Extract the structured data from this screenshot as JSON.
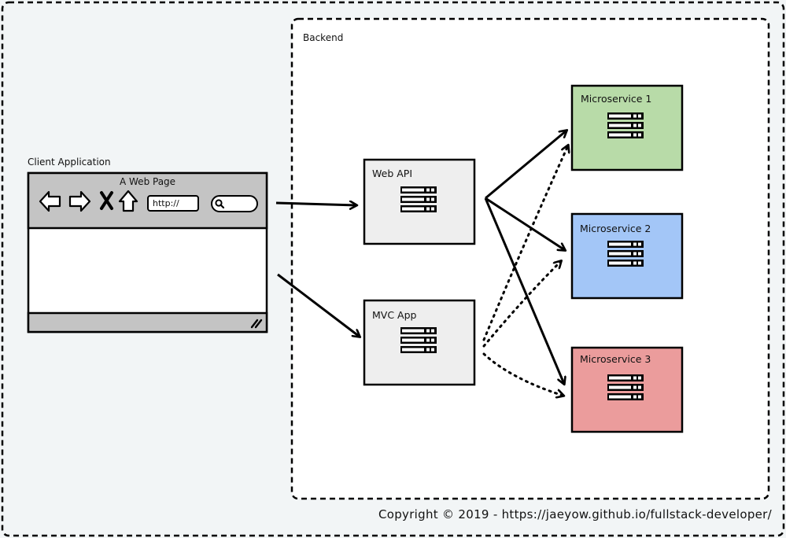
{
  "client": {
    "group_label": "Client Application",
    "browser": {
      "title": "A Web Page",
      "url_placeholder": "http://",
      "icons": [
        "back-arrow-icon",
        "forward-arrow-icon",
        "close-icon",
        "home-icon",
        "search-icon",
        "resize-grip-icon"
      ]
    }
  },
  "backend": {
    "group_label": "Backend",
    "nodes": [
      {
        "id": "web-api",
        "label": "Web API",
        "color": "#eeeeee",
        "icon": "server-icon"
      },
      {
        "id": "mvc-app",
        "label": "MVC App",
        "color": "#eeeeee",
        "icon": "server-icon"
      },
      {
        "id": "ms1",
        "label": "Microservice 1",
        "color": "#b8dba8",
        "icon": "server-icon"
      },
      {
        "id": "ms2",
        "label": "Microservice 2",
        "color": "#a3c6f7",
        "icon": "server-icon"
      },
      {
        "id": "ms3",
        "label": "Microservice 3",
        "color": "#eb9c9c",
        "icon": "server-icon"
      }
    ]
  },
  "connections": [
    {
      "from": "browser",
      "to": "web-api",
      "style": "solid"
    },
    {
      "from": "browser",
      "to": "mvc-app",
      "style": "solid"
    },
    {
      "from": "web-api",
      "to": "ms1",
      "style": "solid"
    },
    {
      "from": "web-api",
      "to": "ms2",
      "style": "solid"
    },
    {
      "from": "web-api",
      "to": "ms3",
      "style": "solid"
    },
    {
      "from": "mvc-app",
      "to": "ms1",
      "style": "dotted"
    },
    {
      "from": "mvc-app",
      "to": "ms2",
      "style": "dotted"
    },
    {
      "from": "mvc-app",
      "to": "ms3",
      "style": "dotted"
    }
  ],
  "footer": {
    "copyright": "Copyright © 2019 - https://jaeyow.github.io/fullstack-developer/"
  }
}
